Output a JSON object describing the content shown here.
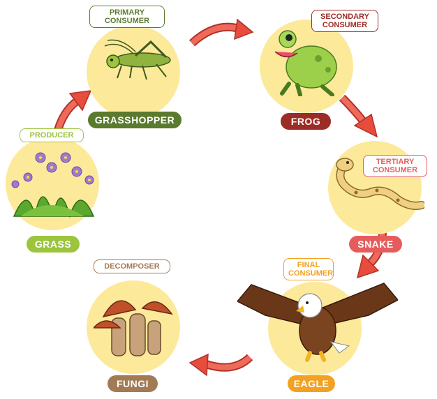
{
  "nodes": {
    "grasshopper": {
      "role": "PRIMARY\nCONSUMER",
      "name": "GRASSHOPPER",
      "color": "#5a7a2e"
    },
    "frog": {
      "role": "SECONDARY\nCONSUMER",
      "name": "FROG",
      "color": "#9b2d26"
    },
    "snake": {
      "role": "TERTIARY\nCONSUMER",
      "name": "SNAKE",
      "color": "#e65c5c"
    },
    "eagle": {
      "role": "FINAL\nCONSUMER",
      "name": "EAGLE",
      "color": "#f2a122"
    },
    "fungi": {
      "role": "DECOMPOSER",
      "name": "FUNGI",
      "color": "#a27b55"
    },
    "grass": {
      "role": "PRODUCER",
      "name": "GRASS",
      "color": "#9cc43d"
    }
  },
  "colors": {
    "circle": "#fde99a",
    "arrow": "#e74c3c"
  }
}
